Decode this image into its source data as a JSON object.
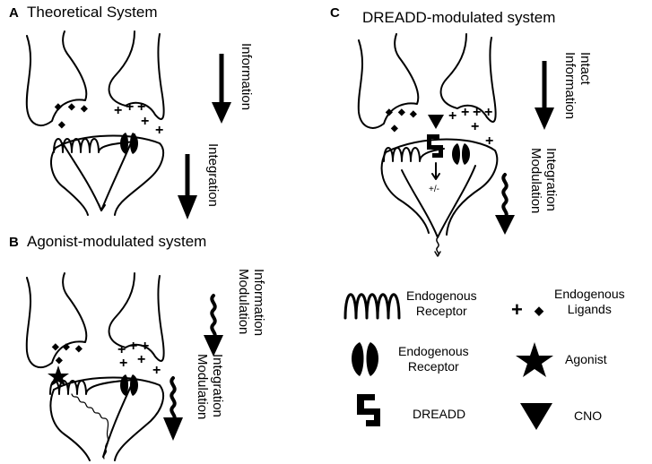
{
  "panels": {
    "a": {
      "letter": "A",
      "title": "Theoretical System",
      "arrow1": "Information",
      "arrow2": "Integration"
    },
    "b": {
      "letter": "B",
      "title": "Agonist-modulated system",
      "arrow1_line1": "Information",
      "arrow1_line2": "Modulation",
      "arrow2_line1": "Integration",
      "arrow2_line2": "Modulation"
    },
    "c": {
      "letter": "C",
      "title": "DREADD-modulated system",
      "arrow1_line1": "Intact",
      "arrow1_line2": "Information",
      "arrow2_line1": "Integration",
      "arrow2_line2": "Modulation",
      "sign_label": "+/-"
    }
  },
  "legend": {
    "gpcr": {
      "line1": "Endogenous",
      "line2": "Receptor"
    },
    "ligands": {
      "line1": "Endogenous",
      "line2": "Ligands"
    },
    "channel": {
      "line1": "Endogenous",
      "line2": "Receptor"
    },
    "agonist": {
      "label": "Agonist"
    },
    "dreadd": {
      "label": "DREADD"
    },
    "cno": {
      "label": "CNO"
    }
  },
  "symbols": {
    "plus": "+",
    "diamond": "◆"
  },
  "colors": {
    "ink": "#000000",
    "background": "#ffffff"
  }
}
